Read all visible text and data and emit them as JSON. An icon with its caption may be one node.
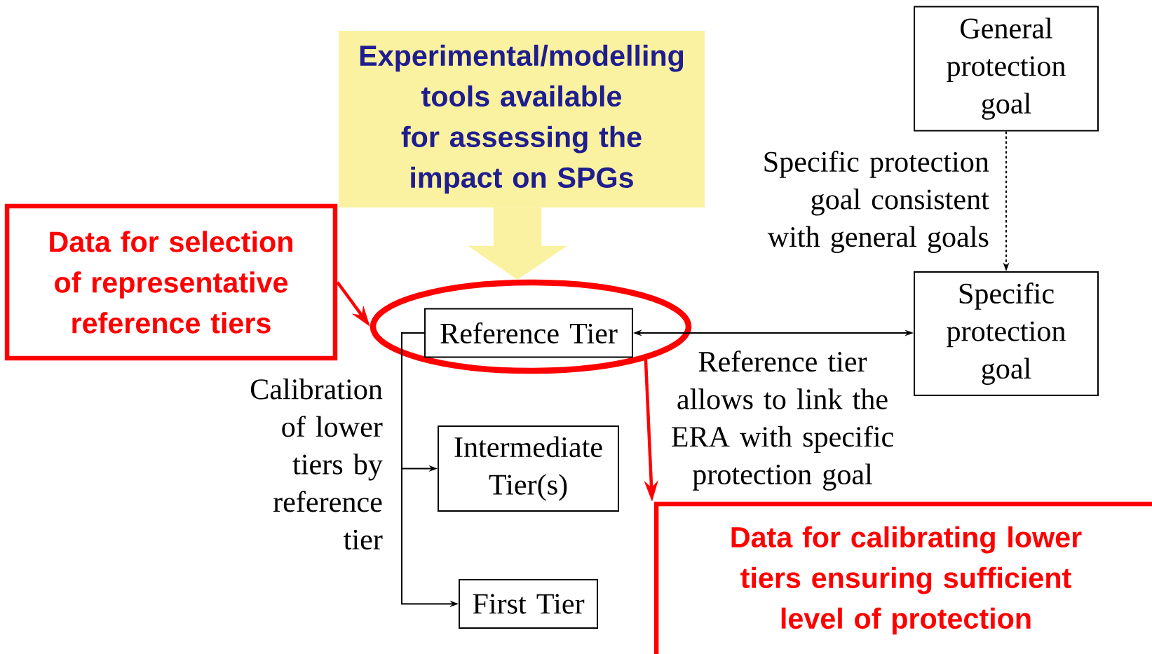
{
  "diagram": {
    "nodes": [
      {
        "text": [
          "General protection goal"
        ]
      },
      {
        "text": [
          "Specific protection goal"
        ]
      },
      {
        "text": [
          "Experimental/modelling tools available for assessing the impact on SPGs"
        ]
      },
      {
        "text": [
          "Data for selection of representative reference tiers"
        ]
      },
      {
        "text": [],
        "shape": "ellipse"
      },
      {
        "text": [
          "Reference Tier"
        ],
        "in": 4
      },
      {
        "text": [
          "Intermediate Tier(s)"
        ]
      },
      {
        "text": [
          "First Tier"
        ]
      },
      {
        "text": [
          "Data for calibrating lower tiers ensuring sufficient level of protection"
        ]
      }
    ],
    "edges": [
      {
        "from": 0,
        "to": 1,
        "arrow": "to",
        "style": "dashed",
        "label": "Specific protection goal consistent with general goals"
      },
      {
        "from": 5,
        "to": 1,
        "arrow": "both",
        "label": "Reference tier allows to link the ERA with specific protection goal"
      },
      {
        "from": 5,
        "to": 6,
        "arrow": "to",
        "label": "Calibration of lower tiers by reference tier"
      },
      {
        "from": 5,
        "to": 7,
        "arrow": "to"
      },
      {
        "from": 2,
        "to": 4,
        "arrow": "to",
        "style": "thick",
        "color": "#faf2a0"
      },
      {
        "from": 3,
        "to": 4,
        "arrow": "to",
        "style": "thick",
        "color": "#ff0000"
      },
      {
        "from": 4,
        "to": 8,
        "arrow": "to",
        "style": "thick",
        "color": "#ff0000"
      }
    ]
  }
}
